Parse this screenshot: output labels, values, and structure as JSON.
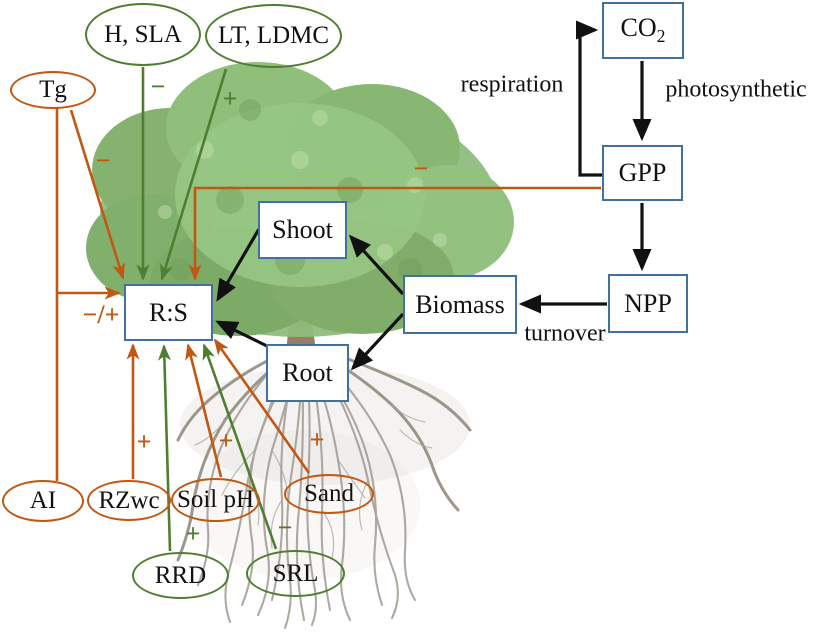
{
  "colors": {
    "orange": "#C25713",
    "green": "#4F7E31",
    "black": "#111111",
    "box_border": "#41719C"
  },
  "boxes": {
    "co2": {
      "base": "CO",
      "sub": "2"
    },
    "gpp": "GPP",
    "npp": "NPP",
    "biomass": "Biomass",
    "shoot": "Shoot",
    "root": "Root",
    "rs": "R:S"
  },
  "ellipses": {
    "tg": "Tg",
    "h_sla": "H, SLA",
    "lt_ldmc": "LT, LDMC",
    "ai": "AI",
    "rzwc": "RZwc",
    "soil_ph": "Soil pH",
    "sand": "Sand",
    "rrd": "RRD",
    "srl": "SRL"
  },
  "process_labels": {
    "respiration": "respiration",
    "photosynthetic": "photosynthetic",
    "turnover": "turnover"
  },
  "signs": {
    "h_sla": "−",
    "lt_ldmc": "+",
    "tg": "−",
    "tg_ai": "−/+",
    "gpp": "−",
    "rzwc": "+",
    "soil_ph": "+",
    "sand": "+",
    "rrd": "+",
    "srl": "−"
  }
}
